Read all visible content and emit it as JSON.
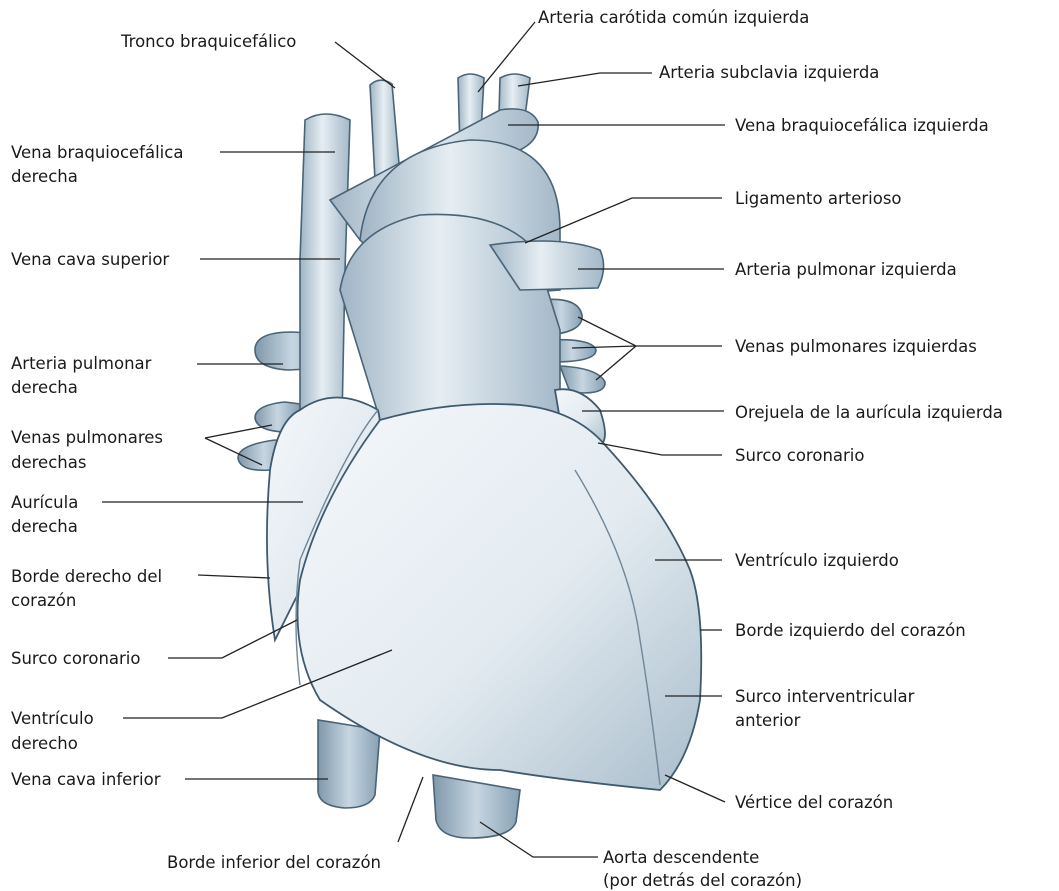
{
  "labels": {
    "tronco_braquiocefalico": "Tronco braquicefálico",
    "arteria_carotida": "Arteria carótida común izquierda",
    "arteria_subclavia": "Arteria subclavia izquierda",
    "vena_braquio_izq": "Vena braquiocefálica izquierda",
    "vena_braquio_der_1": "Vena braquiocefálica",
    "vena_braquio_der_2": "derecha",
    "ligamento": "Ligamento arterioso",
    "vena_cava_sup": "Vena cava superior",
    "arteria_pulm_izq": "Arteria pulmonar izquierda",
    "venas_pulm_izq": "Venas pulmonares izquierdas",
    "arteria_pulm_der_1": "Arteria pulmonar",
    "arteria_pulm_der_2": "derecha",
    "orejuela": "Orejuela de la aurícula izquierda",
    "venas_pulm_der_1": "Venas pulmonares",
    "venas_pulm_der_2": "derechas",
    "surco_coronario_r": "Surco coronario",
    "auricula_1": "Aurícula",
    "auricula_2": "derecha",
    "ventriculo_izq": "Ventrículo izquierdo",
    "borde_der_1": "Borde derecho del",
    "borde_der_2": "corazón",
    "borde_izq": "Borde izquierdo del corazón",
    "surco_coronario_l": "Surco coronario",
    "surco_inter_1": "Surco interventricular",
    "surco_inter_2": "anterior",
    "ventriculo_der_1": "Ventrículo",
    "ventriculo_der_2": "derecho",
    "vena_cava_inf": "Vena cava inferior",
    "vertice": "Vértice del corazón",
    "borde_inf": "Borde inferior del corazón",
    "aorta_1": "Aorta descendente",
    "aorta_2": "(por detrás del corazón)"
  },
  "colors": {
    "heart_light": "#f2f6f9",
    "heart_mid": "#d9e4ec",
    "heart_shadow": "#9fb4c4",
    "outline": "#3f5a6e"
  }
}
